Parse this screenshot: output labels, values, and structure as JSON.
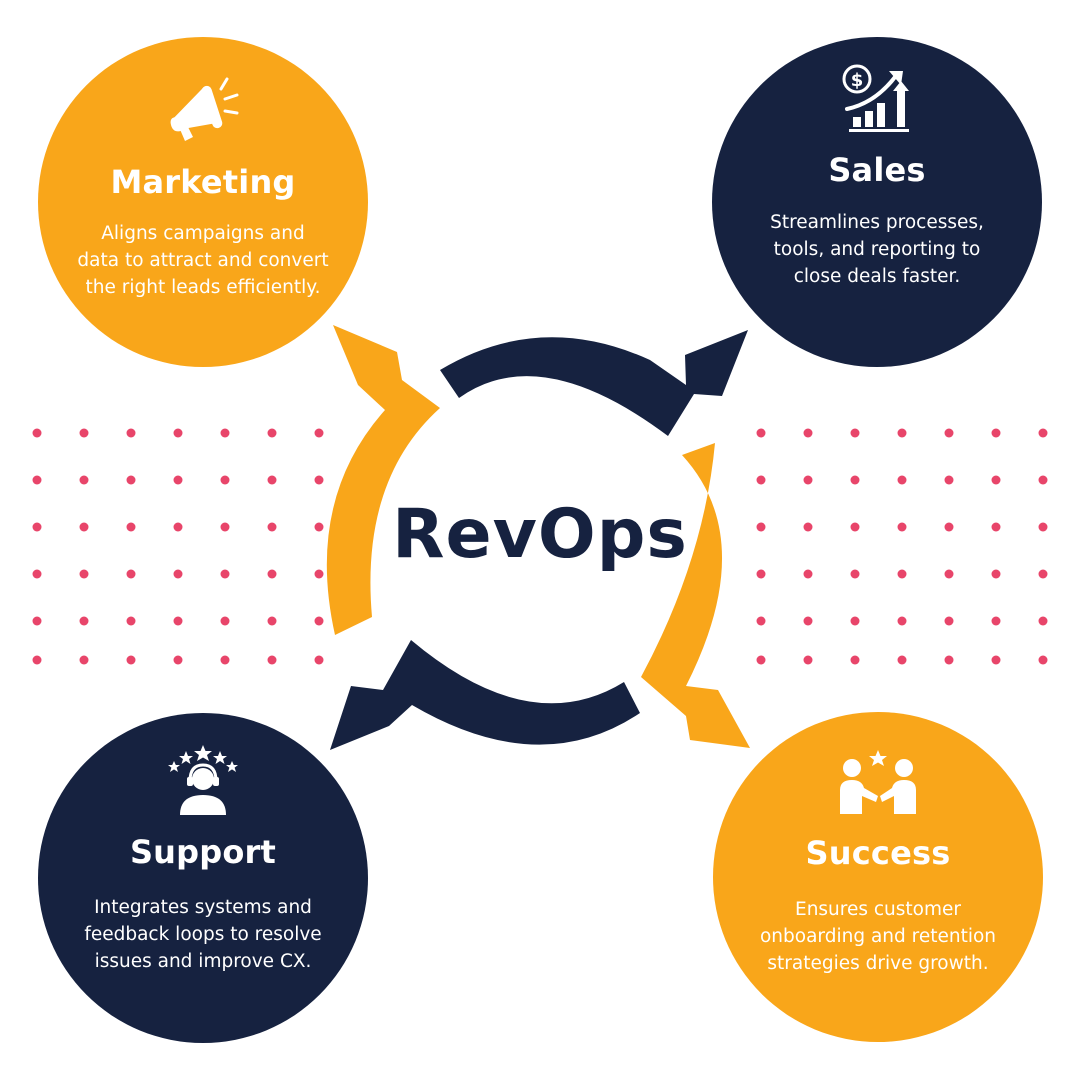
{
  "center": {
    "label": "RevOps"
  },
  "colors": {
    "orange": "#F9A61A",
    "navy": "#162240",
    "dots": "#E8456A",
    "white": "#FFFFFF"
  },
  "nodes": {
    "marketing": {
      "title": "Marketing",
      "icon": "megaphone-icon",
      "lines": [
        "Aligns campaigns and",
        "data to attract and convert",
        "the right leads efficiently."
      ]
    },
    "sales": {
      "title": "Sales",
      "icon": "revenue-growth-chart-icon",
      "lines": [
        "Streamlines processes,",
        "tools, and reporting to",
        "close deals faster."
      ]
    },
    "support": {
      "title": "Support",
      "icon": "customer-support-agent-icon",
      "lines": [
        "Integrates systems and",
        "feedback loops to resolve",
        "issues and improve CX."
      ]
    },
    "success": {
      "title": "Success",
      "icon": "handshake-icon",
      "lines": [
        "Ensures customer",
        "onboarding and retention",
        "strategies drive growth."
      ]
    }
  }
}
